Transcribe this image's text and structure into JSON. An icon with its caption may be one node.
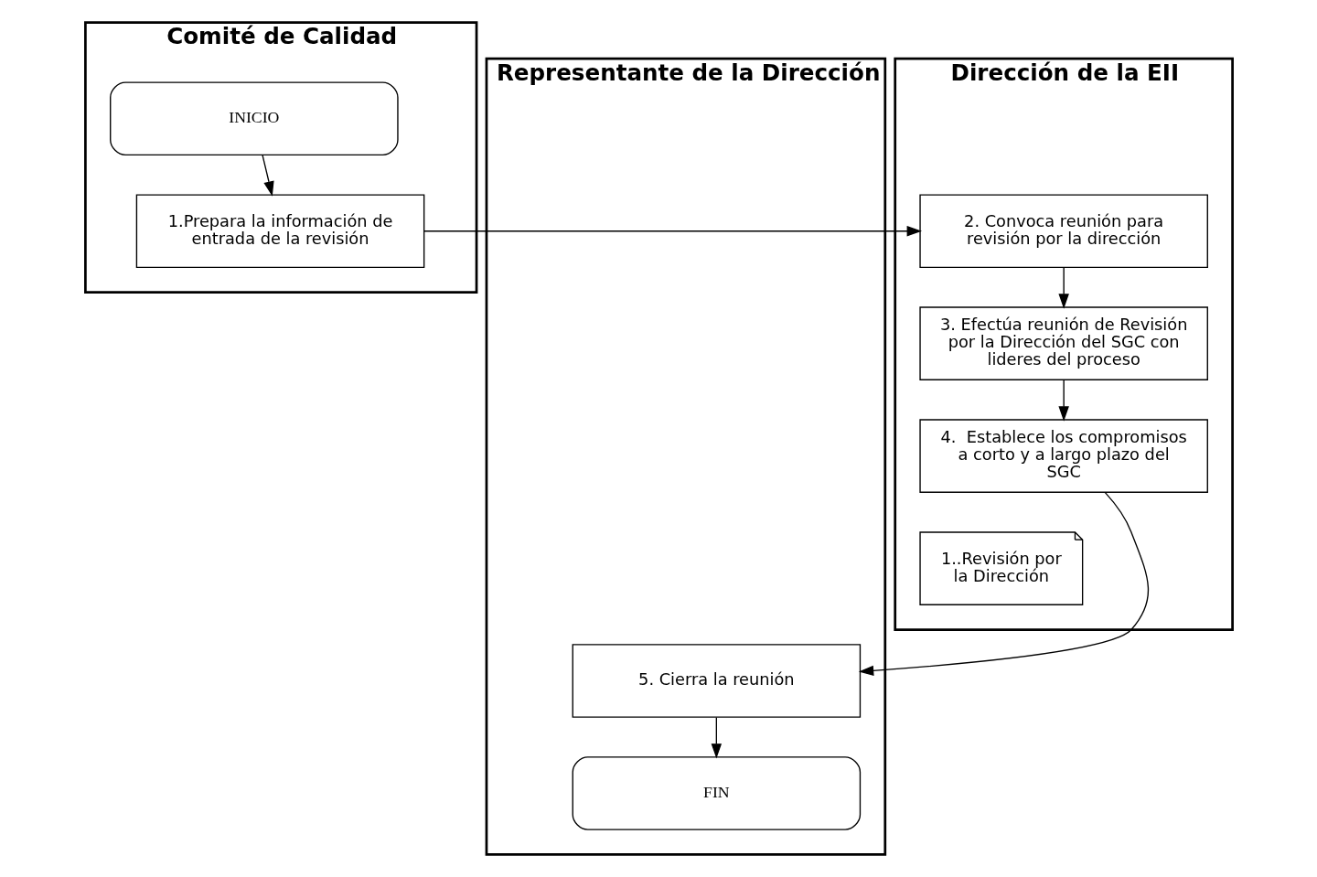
{
  "diagram": {
    "nodes": [
      {
        "text": [
          "Comité de Calidad"
        ]
      },
      {
        "text": [
          "Representante de la Dirección"
        ]
      },
      {
        "text": [
          "Dirección de la EII"
        ]
      },
      {
        "text": [
          "INICIO"
        ],
        "in": 0
      },
      {
        "text": [
          "1.Prepara la información de entrada de la revisión"
        ],
        "in": 0
      },
      {
        "text": [
          "2. Convoca reunión para revisión por la dirección"
        ],
        "in": 2
      },
      {
        "text": [
          "3. Efectúa reunión de Revisión por la Dirección del SGC con lideres del proceso"
        ],
        "in": 2
      },
      {
        "text": [
          "4.  Establece los compromisos a corto y a largo plazo del SGC"
        ],
        "in": 2
      },
      {
        "text": [
          "1..Revisión por la Dirección"
        ],
        "in": 2
      },
      {
        "text": [
          "5. Cierra la reunión"
        ],
        "in": 1
      },
      {
        "text": [
          "FIN"
        ],
        "in": 1
      }
    ],
    "edges": [
      {
        "from": 3,
        "to": 4,
        "arrow": "to"
      },
      {
        "from": 4,
        "to": 5,
        "arrow": "to"
      },
      {
        "from": 5,
        "to": 6,
        "arrow": "to"
      },
      {
        "from": 6,
        "to": 7,
        "arrow": "to"
      },
      {
        "from": 7,
        "to": 9,
        "arrow": "to"
      },
      {
        "from": 9,
        "to": 10,
        "arrow": "to"
      }
    ]
  }
}
